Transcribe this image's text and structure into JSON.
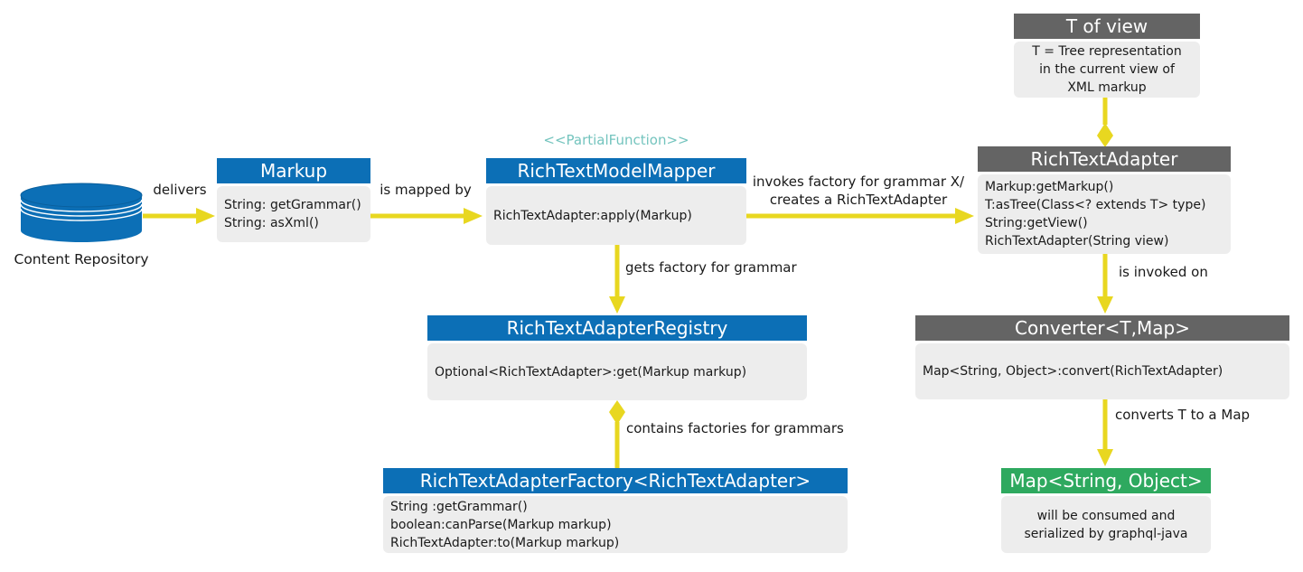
{
  "diagram": {
    "colors": {
      "class_blue": "#0c6fb6",
      "abstract_gray": "#646464",
      "result_green": "#2ea95f",
      "arrow_yellow": "#e8d720",
      "stereotype_teal": "#74c4be",
      "body_background": "#ededed"
    },
    "nodes": {
      "content_repository": {
        "label": "Content Repository"
      },
      "markup": {
        "title": "Markup",
        "members": [
          "String: getGrammar()",
          "String: asXml()"
        ]
      },
      "mapper": {
        "stereotype": "<<PartialFunction>>",
        "title": "RichTextModelMapper",
        "members": [
          "RichTextAdapter:apply(Markup)"
        ]
      },
      "registry": {
        "title": "RichTextAdapterRegistry",
        "members": [
          "Optional<RichTextAdapter>:get(Markup markup)"
        ]
      },
      "factory": {
        "title": "RichTextAdapterFactory<RichTextAdapter>",
        "members": [
          "String :getGrammar()",
          "boolean:canParse(Markup markup)",
          "RichTextAdapter:to(Markup markup)"
        ]
      },
      "t_of_view": {
        "title": "T of view",
        "note_lines": [
          "T = Tree representation",
          "in the current view of",
          "XML markup"
        ]
      },
      "adapter": {
        "title": "RichTextAdapter",
        "members": [
          "Markup:getMarkup()",
          "T:asTree(Class<? extends T> type)",
          "String:getView()",
          "RichTextAdapter(String view)"
        ]
      },
      "converter": {
        "title": "Converter<T,Map>",
        "members": [
          "Map<String, Object>:convert(RichTextAdapter)"
        ]
      },
      "map_result": {
        "title": "Map<String, Object>",
        "note_lines": [
          "will be consumed and",
          "serialized by graphql-java"
        ]
      }
    },
    "edges": {
      "delivers": "delivers",
      "is_mapped_by": "is mapped by",
      "invokes_lines": [
        "invokes factory for grammar X/",
        "creates a RichTextAdapter"
      ],
      "gets_factory": "gets factory for grammar",
      "contains_factories": "contains factories for grammars",
      "is_invoked_on": "is invoked on",
      "converts": "converts T to a Map"
    }
  }
}
